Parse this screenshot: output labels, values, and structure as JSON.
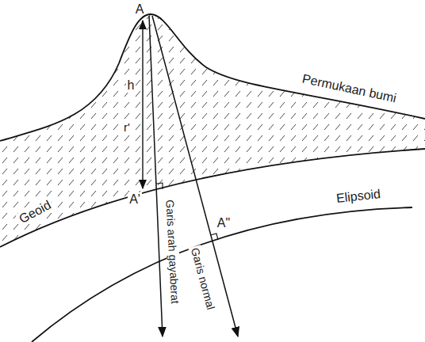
{
  "diagram": {
    "labels": [
      "A",
      "h",
      "r'",
      "A'",
      "A\"",
      "Geoid",
      "Elipsoid",
      "Permukaan bumi",
      "Garis arah gayaberat",
      "Garis normal"
    ]
  }
}
